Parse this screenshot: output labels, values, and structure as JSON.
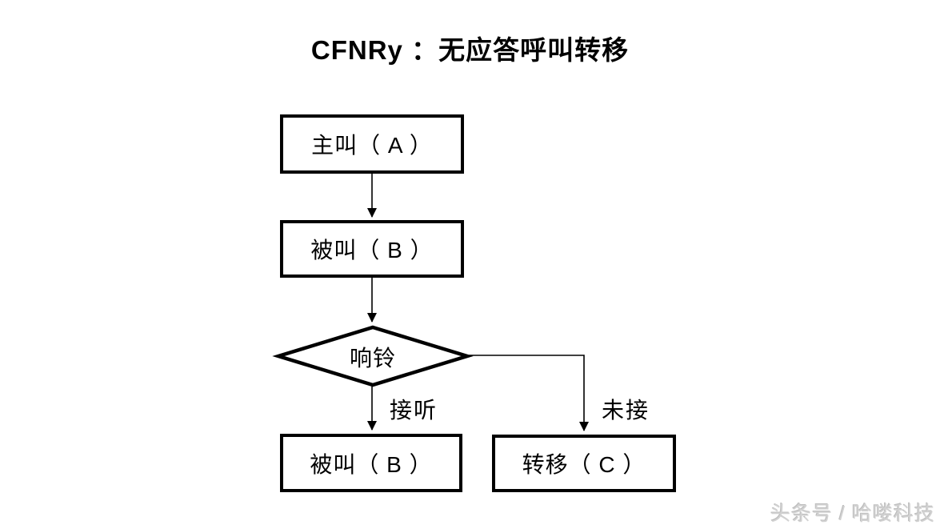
{
  "title": "CFNRy ：无应答呼叫转移",
  "flowchart": {
    "nodes": {
      "caller_a": "主叫（ A ）",
      "called_b": "被叫（ B ）",
      "ringing": "响铃",
      "called_b_answered": "被叫（ B ）",
      "transfer_c": "转移（ C ）"
    },
    "edge_labels": {
      "answer": "接听",
      "no_answer": "未接"
    }
  },
  "watermark": "头条号 / 哈喽科技",
  "colors": {
    "line": "#000000",
    "background": "#ffffff",
    "watermark_text": "#d2d2d2"
  }
}
